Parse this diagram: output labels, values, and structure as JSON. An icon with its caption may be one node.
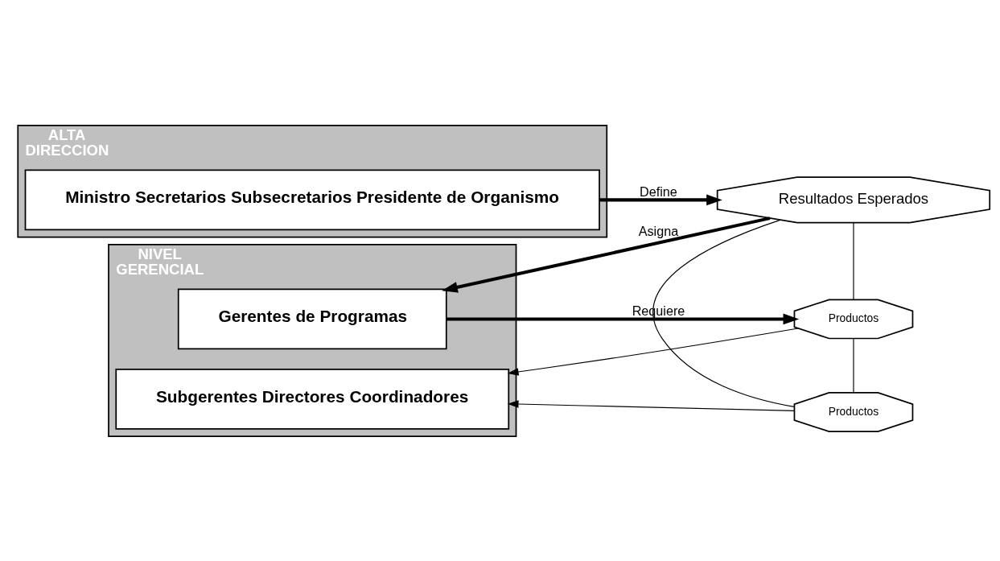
{
  "diagram": {
    "nodes": [
      {
        "text": [
          "ALTA",
          "DIRECCION"
        ]
      },
      {
        "text": [
          "Ministro Secretarios Subsecretarios Presidente de Organismo"
        ],
        "in": 0
      },
      {
        "text": [
          "Resultados Esperados"
        ]
      },
      {
        "text": [
          "NIVEL",
          "GERENCIAL"
        ]
      },
      {
        "text": [
          "Gerentes de Programas"
        ],
        "in": 3
      },
      {
        "text": [
          "Subgerentes Directores Coordinadores"
        ],
        "in": 3
      },
      {
        "text": [
          "Productos"
        ]
      },
      {
        "text": [
          "Productos"
        ]
      }
    ],
    "edges": [
      {
        "from": 1,
        "to": 2,
        "arrow": "to",
        "label": "Define",
        "style": "thick"
      },
      {
        "from": 2,
        "to": 4,
        "arrow": "to",
        "label": "Asigna",
        "style": "thick"
      },
      {
        "from": 4,
        "to": 6,
        "arrow": "to",
        "label": "Requiere",
        "style": "thick"
      },
      {
        "from": 6,
        "to": 5,
        "arrow": "to"
      },
      {
        "from": 7,
        "to": 5,
        "arrow": "to"
      },
      {
        "from": 6,
        "to": 7,
        "arrow": "none"
      },
      {
        "from": 2,
        "to": 6,
        "arrow": "none"
      },
      {
        "from": 2,
        "to": 7,
        "arrow": "none"
      }
    ]
  }
}
